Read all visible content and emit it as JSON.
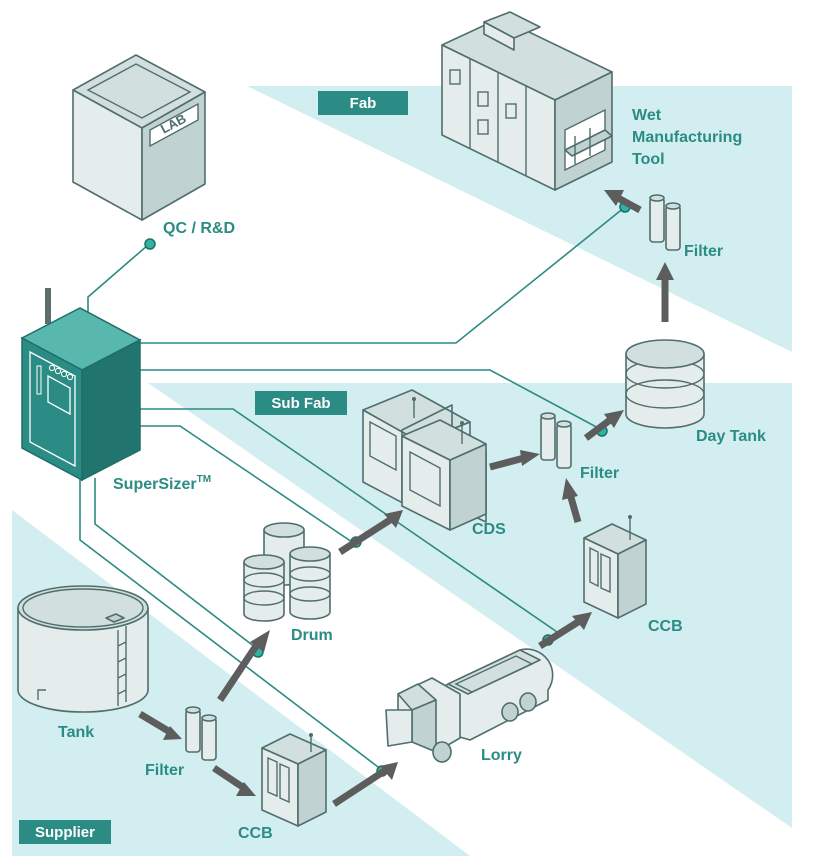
{
  "zones": {
    "fab": "Fab",
    "sub_fab": "Sub Fab",
    "supplier": "Supplier"
  },
  "labels": {
    "qc_rd": "QC / R&D",
    "lab_sign": "LAB",
    "wet_tool_line1": "Wet",
    "wet_tool_line2": "Manufacturing",
    "wet_tool_line3": "Tool",
    "filter_fab": "Filter",
    "day_tank": "Day Tank",
    "filter_subfab": "Filter",
    "cds": "CDS",
    "supersizer": "SuperSizer",
    "supersizer_tm": "TM",
    "drum": "Drum",
    "ccb_subfab": "CCB",
    "tank": "Tank",
    "filter_supplier": "Filter",
    "lorry": "Lorry",
    "ccb_supplier": "CCB"
  },
  "colors": {
    "zone_fill": "#d3eef0",
    "zone_label_bg": "#2a8c84",
    "label_text": "#2a8c84",
    "controller": "#2a8c84",
    "flow_arrow": "#5d5d5d",
    "sample_node": "#2fb3a4",
    "equipment_fill": "#e4ecec",
    "equipment_stroke": "#4f6e6c"
  }
}
